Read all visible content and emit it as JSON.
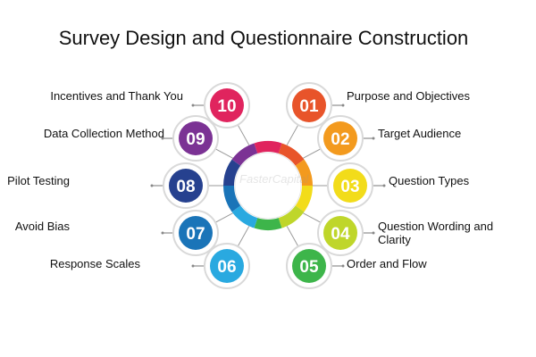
{
  "title": "Survey Design and Questionnaire Construction",
  "watermark": "FasterCapital",
  "steps": [
    {
      "number": "01",
      "label": "Purpose and Objectives",
      "color": "#e8542a"
    },
    {
      "number": "02",
      "label": "Target Audience",
      "color": "#f39a1e"
    },
    {
      "number": "03",
      "label": "Question Types",
      "color": "#f2dc1a"
    },
    {
      "number": "04",
      "label": "Question Wording and Clarity",
      "color": "#bfd62a"
    },
    {
      "number": "05",
      "label": "Order and Flow",
      "color": "#3db54a"
    },
    {
      "number": "06",
      "label": "Response Scales",
      "color": "#29a9e0"
    },
    {
      "number": "07",
      "label": "Avoid Bias",
      "color": "#1a74b8"
    },
    {
      "number": "08",
      "label": "Pilot Testing",
      "color": "#26418f"
    },
    {
      "number": "09",
      "label": "Data Collection Method",
      "color": "#7b3294"
    },
    {
      "number": "10",
      "label": "Incentives and Thank You",
      "color": "#e0245e"
    }
  ]
}
